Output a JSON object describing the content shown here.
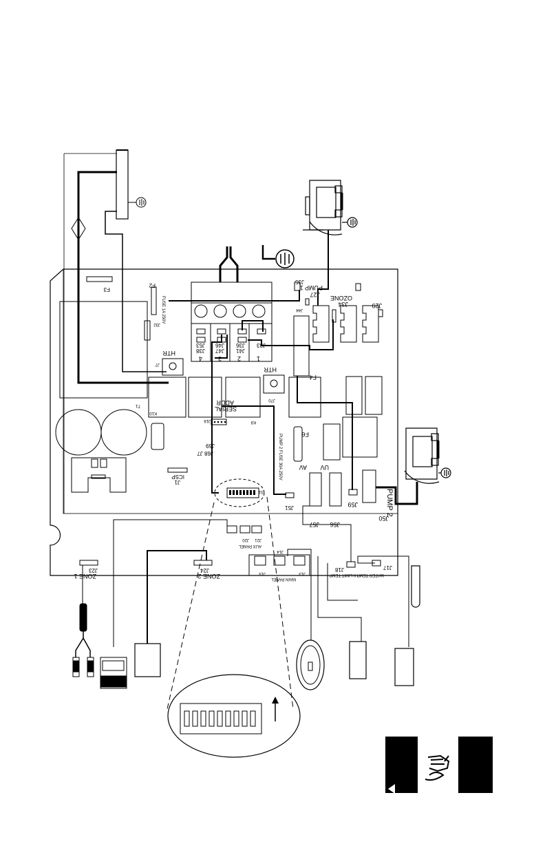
{
  "diagram": {
    "board_labels": {
      "f3": "F3",
      "f2": "F2",
      "f2_note": "FUSE 1A 250V",
      "j35": "J35",
      "pump1": "PUMP 1",
      "j27": "J27",
      "ozone": "OZONE",
      "j34": "J34",
      "j29": "J29",
      "j44": "J44",
      "j32": "J32",
      "htr_left": "HTR",
      "j7": "J7",
      "htr_right": "HTR",
      "j70": "J70",
      "j33": "J33",
      "j36": "J36",
      "j46": "J46",
      "j53": "J53",
      "j41": "J41",
      "j47": "J47",
      "j38": "J38",
      "t1": "T1",
      "k10": "K10",
      "k9": "K9",
      "f4": "F4",
      "j16": "J16",
      "serial_1": "SERIAL",
      "serial_2": "ADDR",
      "f6": "F6",
      "f6_note": "PUMP 2 FUSE 30A 250V",
      "j69": "J69",
      "j68_j7": "J68 J7",
      "j1": "J1",
      "icsp": "ICSP",
      "uv": "UV",
      "av": "AV",
      "j51": "J51",
      "s1": "S1",
      "j57": "J57",
      "j56": "J56",
      "j59": "J59",
      "pump2": "PUMP 2",
      "j50": "J50",
      "j23": "J23",
      "zone1": "ZONE 1",
      "j24": "J24",
      "zone2": "ZONE 2",
      "j15": "J15",
      "j14": "J14",
      "j13": "J13",
      "main_panel": "MAIN PANEL",
      "j21": "J21",
      "j20": "J20",
      "aux_panel": "AUX PANEL",
      "j18": "J18",
      "j17": "J17",
      "hi_limit": "HI-LIMIT TEMP",
      "water_temp": "WATER TEMP"
    },
    "terminal_numbers": [
      "1",
      "2",
      "3",
      "4"
    ]
  },
  "warning_panel": {
    "icon": "hand-shock-warning-icon"
  },
  "colors": {
    "line": "#000000",
    "background": "#ffffff",
    "component_fill": "#ffffff"
  }
}
